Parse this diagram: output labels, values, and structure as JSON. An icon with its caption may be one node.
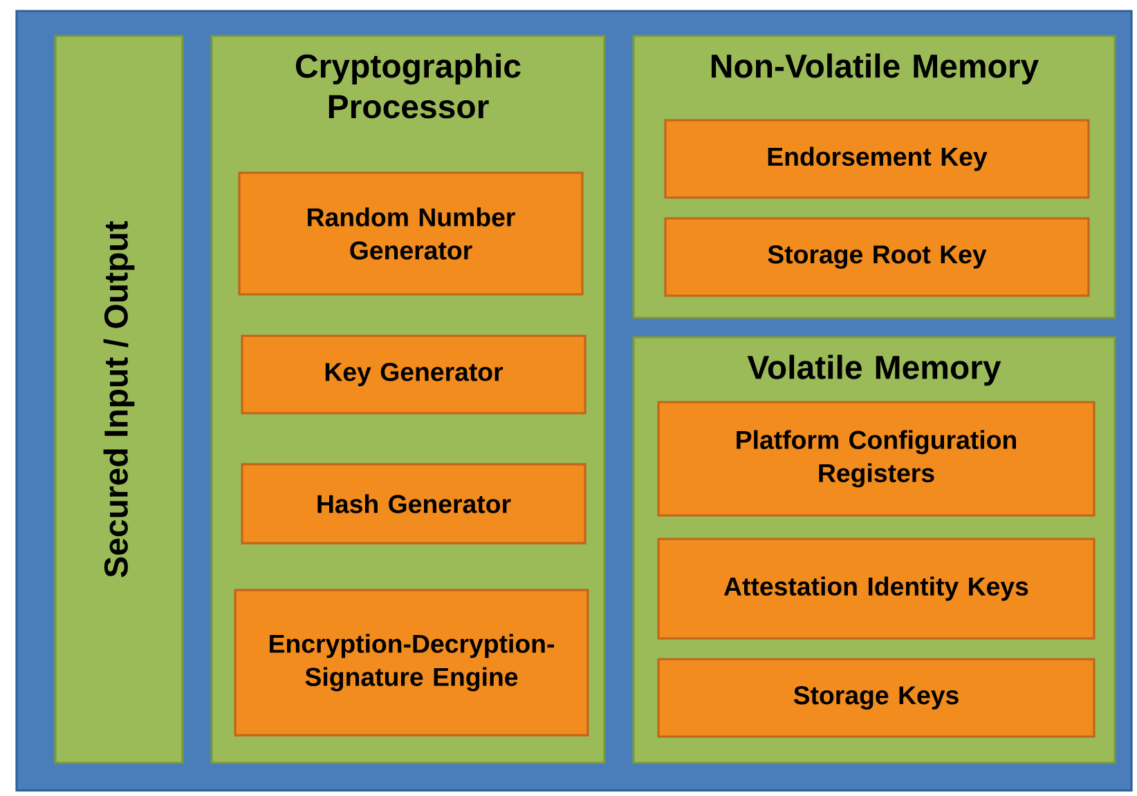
{
  "diagram": {
    "nodes": [
      {
        "text": [],
        "shape": "box"
      },
      {
        "text": [
          "Secured Input / Output"
        ],
        "in": 0
      },
      {
        "text": [
          "Cryptographic Processor"
        ],
        "in": 0
      },
      {
        "text": [
          "Random Number Generator"
        ],
        "in": 2
      },
      {
        "text": [
          "Key Generator"
        ],
        "in": 2
      },
      {
        "text": [
          "Hash Generator"
        ],
        "in": 2
      },
      {
        "text": [
          "Encryption-Decryption-Signature Engine"
        ],
        "in": 2
      },
      {
        "text": [
          "Non-Volatile Memory"
        ],
        "in": 0
      },
      {
        "text": [
          "Endorsement Key"
        ],
        "in": 7
      },
      {
        "text": [
          "Storage Root Key"
        ],
        "in": 7
      },
      {
        "text": [
          "Volatile Memory"
        ],
        "in": 0
      },
      {
        "text": [
          "Platform Configuration Registers"
        ],
        "in": 10
      },
      {
        "text": [
          "Attestation Identity Keys"
        ],
        "in": 10
      },
      {
        "text": [
          "Storage Keys"
        ],
        "in": 10
      }
    ]
  }
}
